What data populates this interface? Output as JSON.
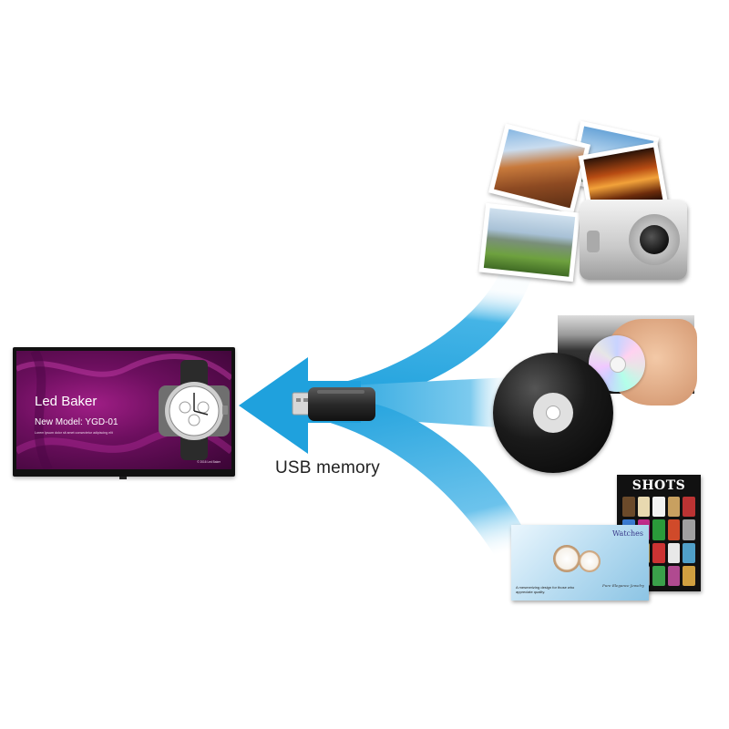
{
  "usb_label": "USB memory",
  "display": {
    "brand": "Led Baker",
    "model": "New Model: YGD-01",
    "description": "Lorem Ipsum dolor sit amet consectetur adipiscing elit",
    "footer": "© 2016 Led Baker"
  },
  "posters": {
    "shots_title": "SHOTS",
    "watches_title": "Watches",
    "watches_tagline": "A mesmerizing design for those who appreciate quality.",
    "watches_brand": "Pure Elegance Jewelry"
  },
  "colors": {
    "flow_blue": "#1fa1dd",
    "display_magenta": "#7a0f6a"
  },
  "icons": [
    "usb-stick-icon",
    "camera-icon",
    "cd-disc-icon",
    "tv-display-icon"
  ]
}
